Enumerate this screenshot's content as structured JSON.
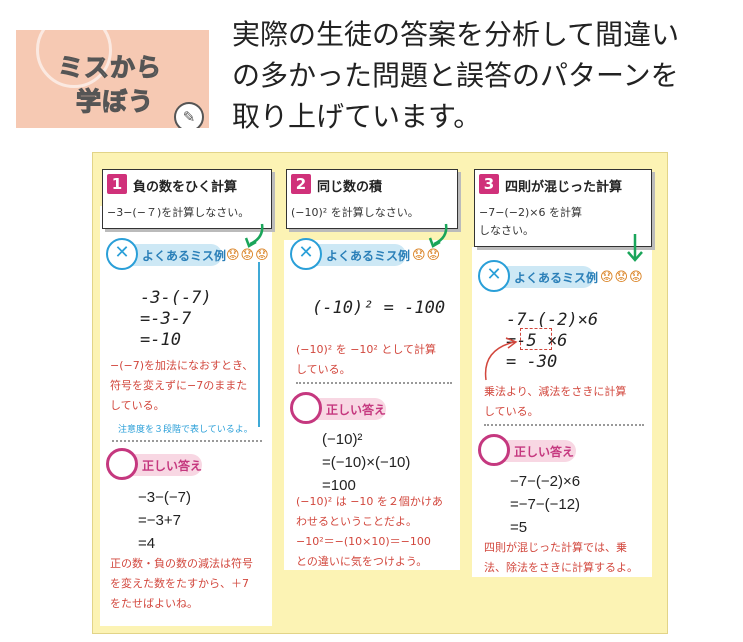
{
  "header": {
    "badge_line1": "ミスから",
    "badge_line2": "学ぼう",
    "intro_lines": [
      "実際の生徒の答案を分析して間違い",
      "の多かった問題と誤答のパターンを",
      "取り上げています。"
    ]
  },
  "section_labels": {
    "miss": "よくあるミス例",
    "correct": "正しい答え"
  },
  "faces": "😟😟😟",
  "faces2": "😟😟",
  "problems": [
    {
      "num": "1",
      "title": "負の数をひく計算",
      "question": [
        "−3−(−７)を計算しなさい。"
      ],
      "mistake_work": [
        "-3-(-7)",
        "=-3-7",
        "=-10"
      ],
      "mistake_note": [
        "−(−7)を加法になおすとき、",
        "符号を変えずに−7のままた",
        "している。"
      ],
      "small_note": "注意度を３段階で表しているよ。",
      "answer_work": [
        "−3−(−7)",
        "=−3+7",
        "=4"
      ],
      "answer_note": [
        "正の数・負の数の減法は符号",
        "を変えた数をたすから、＋7",
        "をたせばよいね。"
      ]
    },
    {
      "num": "2",
      "title": "同じ数の積",
      "question": [
        "(−10)² を計算しなさい。"
      ],
      "mistake_work": [
        "(-10)² = -100"
      ],
      "mistake_note": [
        "(−10)² を −10² として計算",
        "している。"
      ],
      "answer_work": [
        "(−10)²",
        "=(−10)×(−10)",
        "=100"
      ],
      "answer_note": [
        "(−10)² は −10 を２個かけあ",
        "わせるということだよ。",
        "−10²＝−(10×10)＝−100",
        "との違いに気をつけよう。"
      ]
    },
    {
      "num": "3",
      "title": "四則が混じった計算",
      "question": [
        "−7−(−2)×6 を計算",
        "しなさい。"
      ],
      "mistake_work": [
        "-7-(-2)×6",
        "=-5 ×6",
        "= -30"
      ],
      "mistake_note": [
        "乗法より、減法をさきに計算",
        "している。"
      ],
      "answer_work": [
        "−7−(−2)×6",
        "=−7−(−12)",
        "=5"
      ],
      "answer_note": [
        "四則が混じった計算では、乗",
        "法、除法をさきに計算するよ。"
      ]
    }
  ]
}
